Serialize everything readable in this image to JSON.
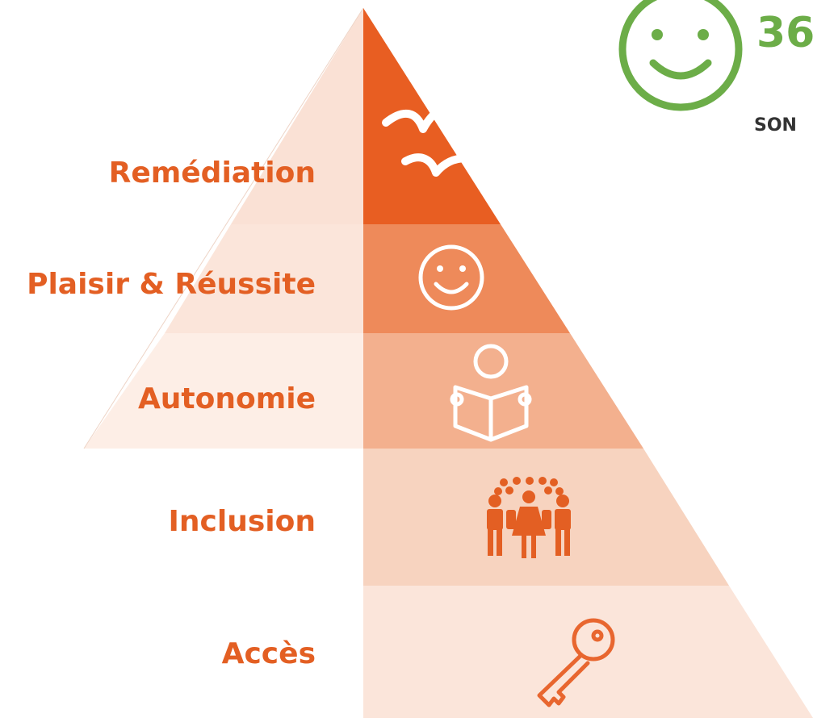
{
  "pyramid": {
    "levels": [
      {
        "label": "Remédiation",
        "icon": "bird-icon"
      },
      {
        "label": "Plaisir & Réussite",
        "icon": "smiley-icon"
      },
      {
        "label": "Autonomie",
        "icon": "reader-icon"
      },
      {
        "label": "Inclusion",
        "icon": "group-icon"
      },
      {
        "label": "Accès",
        "icon": "key-icon"
      }
    ],
    "colors": {
      "label_text": "#e35f23",
      "left_faces": [
        "#fae1d5",
        "#fbe5da",
        "#fdeee6"
      ],
      "right_faces": [
        "#e85e22",
        "#ee8a5a",
        "#f3b08e",
        "#f7d3bf",
        "#fbe5da"
      ],
      "icon": "#ffffff",
      "icon_bottom": "#e8662f"
    }
  },
  "stat": {
    "value": "36",
    "caption": "SON",
    "icon": "smiley-icon",
    "color": "#6cad48"
  }
}
